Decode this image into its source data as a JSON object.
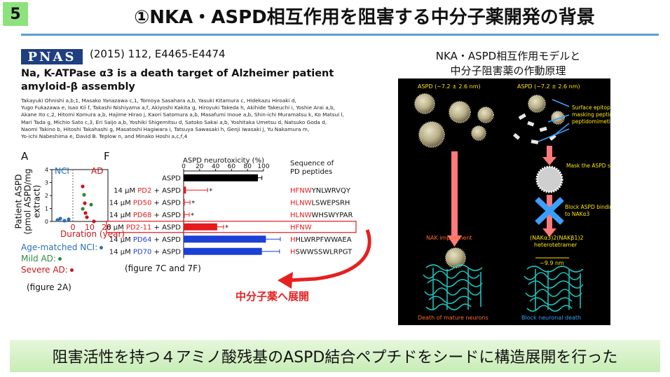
{
  "slide": {
    "number": "5",
    "title": "①NKA・ASPD相互作用を阻害する中分子薬開発の背景"
  },
  "paper": {
    "journal_logo": "PNAS",
    "citation": "(2015) 112, E4465-E4474",
    "title_line1": "Na, K-ATPase α3 is a death target of Alzheimer patient",
    "title_line2": "amyloid-β assembly",
    "authors": [
      "Takayuki Ohnishi a,b,1, Masako Yanazawa c,1, Tomoya Sasahara a,b, Yasuki Kitamura c, Hidekazu Hiroaki d,",
      "Yugo Fukazawa e, Isao Kii f, Takashi Nishiyama a,f, Akiyoshi Kakita g, Hiroyuki Takeda h, Akihide Takeuchi i, Yoshie Arai a,b,",
      "Akane Ito c,2, Hitomi Komura a,b, Hajime Hirao j, Kaori Satomura a,b, Masafumi Inoue a,b, Shin-ichi Muramatsu k, Ko Matsui l,",
      "Mari Tada g, Michio Sato c,3, Eri Saijo a,b, Yoshiki Shigemitsu d, Satoko Sakai a,b, Yoshitaka Umetsu d, Natsuko Goda d,",
      "Naomi Takino b, Hitoshi Takahashi g, Masatoshi Hagiwara i, Tatsuya Sawasaki h, Genji Iwasaki j, Yu Nakamura m,",
      "Yo-ichi Nabeshima e, David B. Teplow n, and Minako Hoshi a,c,f,4"
    ]
  },
  "panel_a": {
    "letter": "A",
    "ylabel_line1": "Patient ASPD",
    "ylabel_line2": "(pmol ASPD/mg extract)",
    "y_ticks": [
      "0",
      "1",
      "2",
      "3",
      "4"
    ],
    "x_ticks": [
      "0",
      "10",
      "20"
    ],
    "group_labels": [
      "NCI",
      "AD"
    ],
    "xlabel": "Duration (year)",
    "legend": [
      {
        "label": "Age-matched NCI:",
        "color": "#2b6fb5"
      },
      {
        "label": "Mild AD:",
        "color": "#2e8b3a"
      },
      {
        "label": "Severe AD:",
        "color": "#c8161d"
      }
    ],
    "fig_note": "(figure 2A)"
  },
  "chart_data": {
    "type": "bar",
    "title": "ASPD neurotoxicity (%)",
    "x_ticks": [
      "0",
      "20",
      "40",
      "60",
      "80",
      "100"
    ],
    "xlim": [
      0,
      100
    ],
    "column_header_line1": "Sequence of",
    "column_header_line2": "PD peptides",
    "rows": [
      {
        "prefix": "",
        "name": "",
        "suffix": "ASPD",
        "value": 93,
        "error": 5,
        "color": "#000000",
        "seq_red": "",
        "seq_rest": "",
        "name_color": "#000000",
        "star": false,
        "highlight": false
      },
      {
        "prefix": "14 μM ",
        "name": "PD2",
        "suffix": " + ASPD",
        "value": 3,
        "error": 27,
        "color": "#e41a1c",
        "seq_red": "HFNW",
        "seq_rest": "YNLWRVQY",
        "name_color": "#e41a1c",
        "star": true,
        "highlight": false
      },
      {
        "prefix": "14 μM ",
        "name": "PD50",
        "suffix": " + ASPD",
        "value": 1,
        "error": 7,
        "color": "#e41a1c",
        "seq_red": "HLNW",
        "seq_rest": "LSWEPSRH",
        "name_color": "#e41a1c",
        "star": true,
        "highlight": false
      },
      {
        "prefix": "14 μM ",
        "name": "PD68",
        "suffix": " + ASPD",
        "value": 1,
        "error": 6,
        "color": "#e41a1c",
        "seq_red": "HLNW",
        "seq_rest": "WHSWYPAR",
        "name_color": "#e41a1c",
        "star": true,
        "highlight": false
      },
      {
        "prefix": "2.8 μM ",
        "name": "PD2-11",
        "suffix": " + ASPD",
        "value": 42,
        "error": 8,
        "color": "#e41a1c",
        "seq_red": "HFNW",
        "seq_rest": "",
        "name_color": "#e41a1c",
        "star": true,
        "highlight": true
      },
      {
        "prefix": "14 μM ",
        "name": "PD64",
        "suffix": " + ASPD",
        "value": 103,
        "error": 18,
        "color": "#1c3fd6",
        "seq_red": "H",
        "seq_rest": "HLWRPFWWAEA",
        "name_color": "#1c3fd6",
        "star": false,
        "highlight": false
      },
      {
        "prefix": "14 μM ",
        "name": "PD70",
        "suffix": " + ASPD",
        "value": 98,
        "error": 22,
        "color": "#1c3fd6",
        "seq_red": "H",
        "seq_rest": "SWWSSWLRPGT",
        "name_color": "#1c3fd6",
        "star": false,
        "highlight": false
      }
    ],
    "panel_letter": "F",
    "star_symbol": "*",
    "fig_note": "(figure 7C and 7F)"
  },
  "arrow": {
    "label": "中分子薬へ展開",
    "color": "#e62020"
  },
  "model": {
    "title_line1": "NKA・ASPD相互作用モデルと",
    "title_line2": "中分子阻害薬の作動原理",
    "aspd_label_left": "ASPD (~7.2 ± 2.6 nm)",
    "aspd_label_right": "ASPD (~7.2 ± 2.6 nm)",
    "epitope_line1": "Surface epitope",
    "epitope_line2": "masking peptides/",
    "epitope_line3": "peptidomimetics",
    "mask_label": "Mask the ASPD surface",
    "block_line1": "Block ASPD binding",
    "block_line2": "to NAKα3",
    "impairment": "NAK impairment",
    "hetero_line1": "(NAKα3)2(NAKβ1)2",
    "hetero_line2": "heterotetramer",
    "size": "~9.9 nm",
    "death_left": "Death of mature neurons",
    "death_right": "Block neuronal death",
    "colors": {
      "yellow": "#ffe600",
      "orange": "#ff6a2a",
      "blue": "#3aa0ff",
      "cyan": "#1fd6d0"
    }
  },
  "banner": {
    "text": "阻害活性を持つ４アミノ酸残基のASPD結合ペプチドをシードに構造展開を行った"
  }
}
